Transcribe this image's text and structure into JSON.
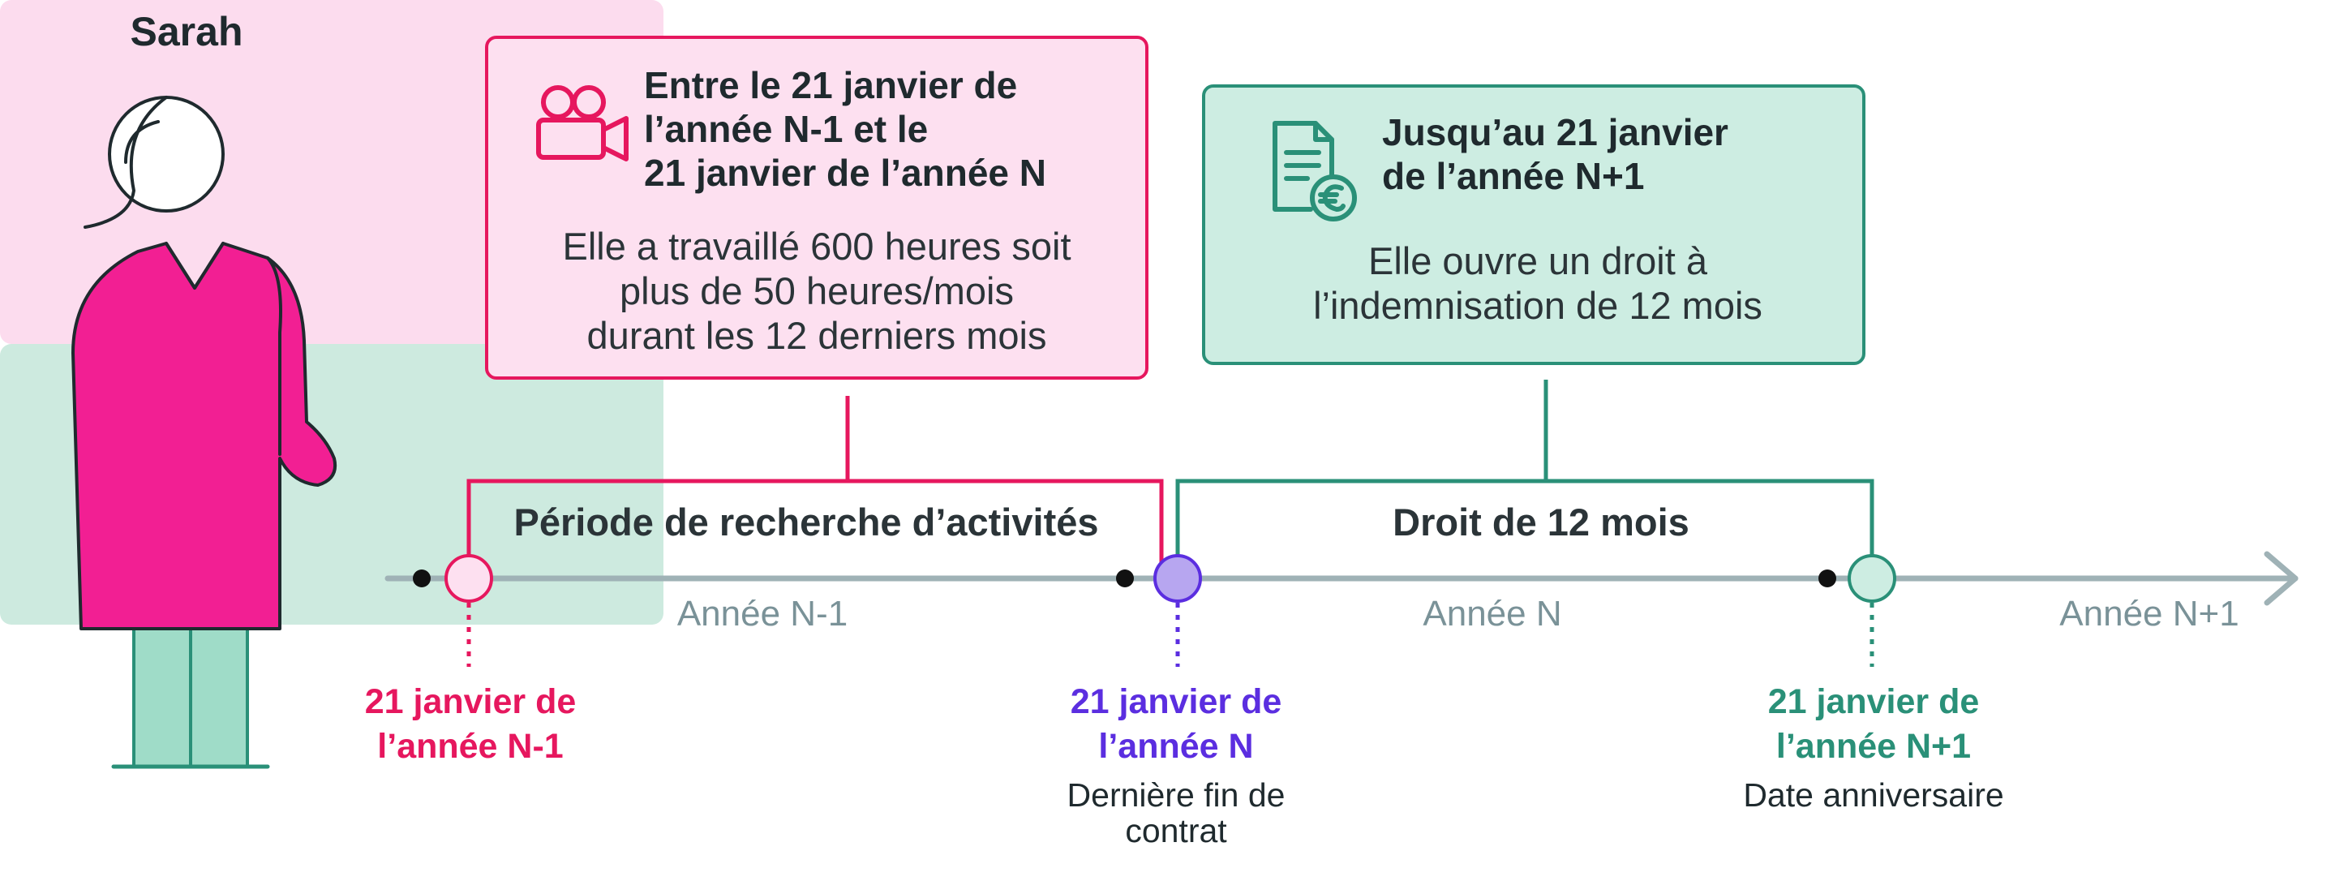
{
  "person": {
    "name": "Sarah"
  },
  "cards": {
    "pink": {
      "title_lines": [
        "Entre le 21 janvier de",
        "l’année N-1 et le",
        "21 janvier de l’année N"
      ],
      "body_lines": [
        "Elle a travaillé 600 heures soit",
        "plus de 50 heures/mois",
        "durant les 12 derniers mois"
      ],
      "icon": "video-camera-icon"
    },
    "green": {
      "title_lines": [
        "Jusqu’au 21 janvier",
        "de l’année N+1"
      ],
      "body_lines": [
        "Elle ouvre un droit à",
        "l’indemnisation de 12 mois"
      ],
      "icon": "document-euro-icon"
    }
  },
  "brackets": {
    "pink": "Période de recherche d’activités",
    "green": "Droit de 12 mois"
  },
  "years": [
    "Année N-1",
    "Année N",
    "Année N+1"
  ],
  "dates": [
    {
      "lines": [
        "21 janvier de",
        "l’année N-1"
      ],
      "sub_lines": []
    },
    {
      "lines": [
        "21 janvier de",
        "l’année N"
      ],
      "sub_lines": [
        "Dernière fin de",
        "contrat"
      ]
    },
    {
      "lines": [
        "21 janvier de",
        "l’année N+1"
      ],
      "sub_lines": [
        "Date anniversaire"
      ]
    }
  ],
  "colors": {
    "pink": "#e6175e",
    "pink_fill": "#fde0f0",
    "purple": "#5b2ee0",
    "purple_fill": "#b7a6f0",
    "green": "#2a9078",
    "green_fill": "#cdede2",
    "axis": "#9fb2b6",
    "figure_body": "#f21f93",
    "figure_legs": "#9fdcc8",
    "ink": "#1f2a2e"
  }
}
